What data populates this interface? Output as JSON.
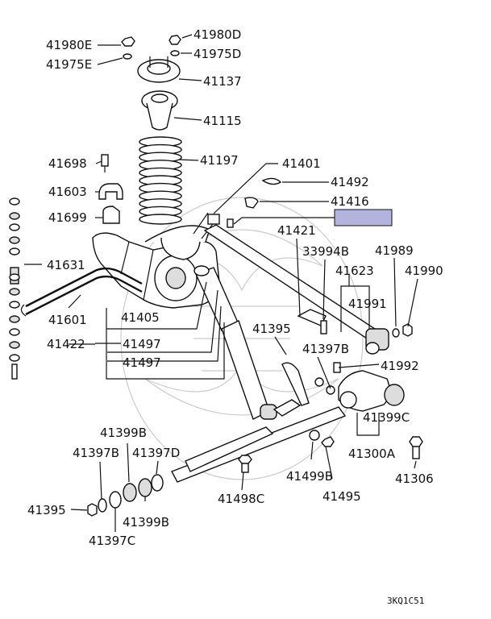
{
  "diagram": {
    "labels": [
      {
        "id": "l1",
        "text": "41980E"
      },
      {
        "id": "l2",
        "text": "41975E"
      },
      {
        "id": "l3",
        "text": "41980D"
      },
      {
        "id": "l4",
        "text": "41975D"
      },
      {
        "id": "l5",
        "text": "41137"
      },
      {
        "id": "l6",
        "text": "41115"
      },
      {
        "id": "l7",
        "text": "41698"
      },
      {
        "id": "l8",
        "text": "41197"
      },
      {
        "id": "l9",
        "text": "41401"
      },
      {
        "id": "l10",
        "text": "41603"
      },
      {
        "id": "l11",
        "text": "41492"
      },
      {
        "id": "l12",
        "text": "41416"
      },
      {
        "id": "l13",
        "text": "41699"
      },
      {
        "id": "l14",
        "text": "41421"
      },
      {
        "id": "l15",
        "text": "33994B"
      },
      {
        "id": "l16",
        "text": "41989"
      },
      {
        "id": "l17",
        "text": "41631"
      },
      {
        "id": "l18",
        "text": "41623"
      },
      {
        "id": "l19",
        "text": "41990"
      },
      {
        "id": "l20",
        "text": "41991"
      },
      {
        "id": "l21",
        "text": "41601"
      },
      {
        "id": "l22",
        "text": "41405"
      },
      {
        "id": "l23",
        "text": "41395"
      },
      {
        "id": "l24",
        "text": "41422"
      },
      {
        "id": "l25",
        "text": "41497"
      },
      {
        "id": "l26",
        "text": "41397B"
      },
      {
        "id": "l27",
        "text": "41497"
      },
      {
        "id": "l28",
        "text": "41992"
      },
      {
        "id": "l29",
        "text": "41399C"
      },
      {
        "id": "l30",
        "text": "41399B"
      },
      {
        "id": "l31",
        "text": "41397B"
      },
      {
        "id": "l32",
        "text": "41397D"
      },
      {
        "id": "l33",
        "text": "41300A"
      },
      {
        "id": "l34",
        "text": "41499B"
      },
      {
        "id": "l35",
        "text": "41306"
      },
      {
        "id": "l36",
        "text": "41395"
      },
      {
        "id": "l37",
        "text": "41498C"
      },
      {
        "id": "l38",
        "text": "41495"
      },
      {
        "id": "l39",
        "text": "41399B"
      },
      {
        "id": "l40",
        "text": "41397C"
      }
    ],
    "diagram_code": "3KQ1C51",
    "highlight_color": "#b3b3dd"
  }
}
